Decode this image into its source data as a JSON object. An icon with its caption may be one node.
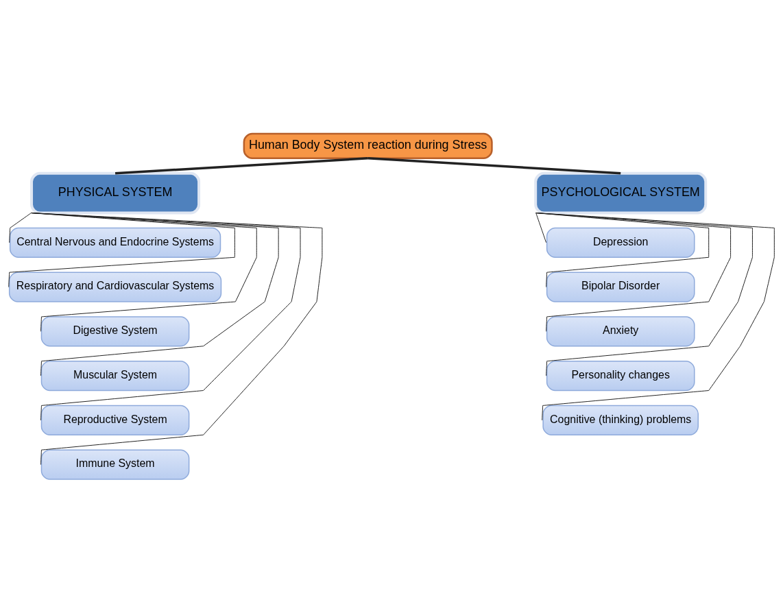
{
  "diagram": {
    "nodes": [
      {
        "text": [
          "Human Body System reaction during Stress"
        ]
      },
      {
        "text": [
          "PHYSICAL SYSTEM"
        ]
      },
      {
        "text": [
          "PSYCHOLOGICAL SYSTEM"
        ]
      },
      {
        "text": [
          "Central Nervous and Endocrine Systems"
        ]
      },
      {
        "text": [
          "Respiratory and Cardiovascular Systems"
        ]
      },
      {
        "text": [
          "Digestive System"
        ]
      },
      {
        "text": [
          "Muscular System"
        ]
      },
      {
        "text": [
          "Reproductive System"
        ]
      },
      {
        "text": [
          "Immune System"
        ]
      },
      {
        "text": [
          "Depression"
        ]
      },
      {
        "text": [
          "Bipolar Disorder"
        ]
      },
      {
        "text": [
          "Anxiety"
        ]
      },
      {
        "text": [
          "Personality changes"
        ]
      },
      {
        "text": [
          "Cognitive (thinking) problems"
        ]
      }
    ],
    "edges": [
      {
        "from": 0,
        "to": 1,
        "arrow": "none",
        "style": "thick"
      },
      {
        "from": 0,
        "to": 2,
        "arrow": "none",
        "style": "thick"
      },
      {
        "from": 1,
        "to": 3,
        "arrow": "none"
      },
      {
        "from": 1,
        "to": 4,
        "arrow": "none"
      },
      {
        "from": 1,
        "to": 5,
        "arrow": "none"
      },
      {
        "from": 1,
        "to": 6,
        "arrow": "none"
      },
      {
        "from": 1,
        "to": 7,
        "arrow": "none"
      },
      {
        "from": 1,
        "to": 8,
        "arrow": "none"
      },
      {
        "from": 2,
        "to": 9,
        "arrow": "none"
      },
      {
        "from": 2,
        "to": 10,
        "arrow": "none"
      },
      {
        "from": 2,
        "to": 11,
        "arrow": "none"
      },
      {
        "from": 2,
        "to": 12,
        "arrow": "none"
      },
      {
        "from": 2,
        "to": 13,
        "arrow": "none"
      }
    ]
  }
}
